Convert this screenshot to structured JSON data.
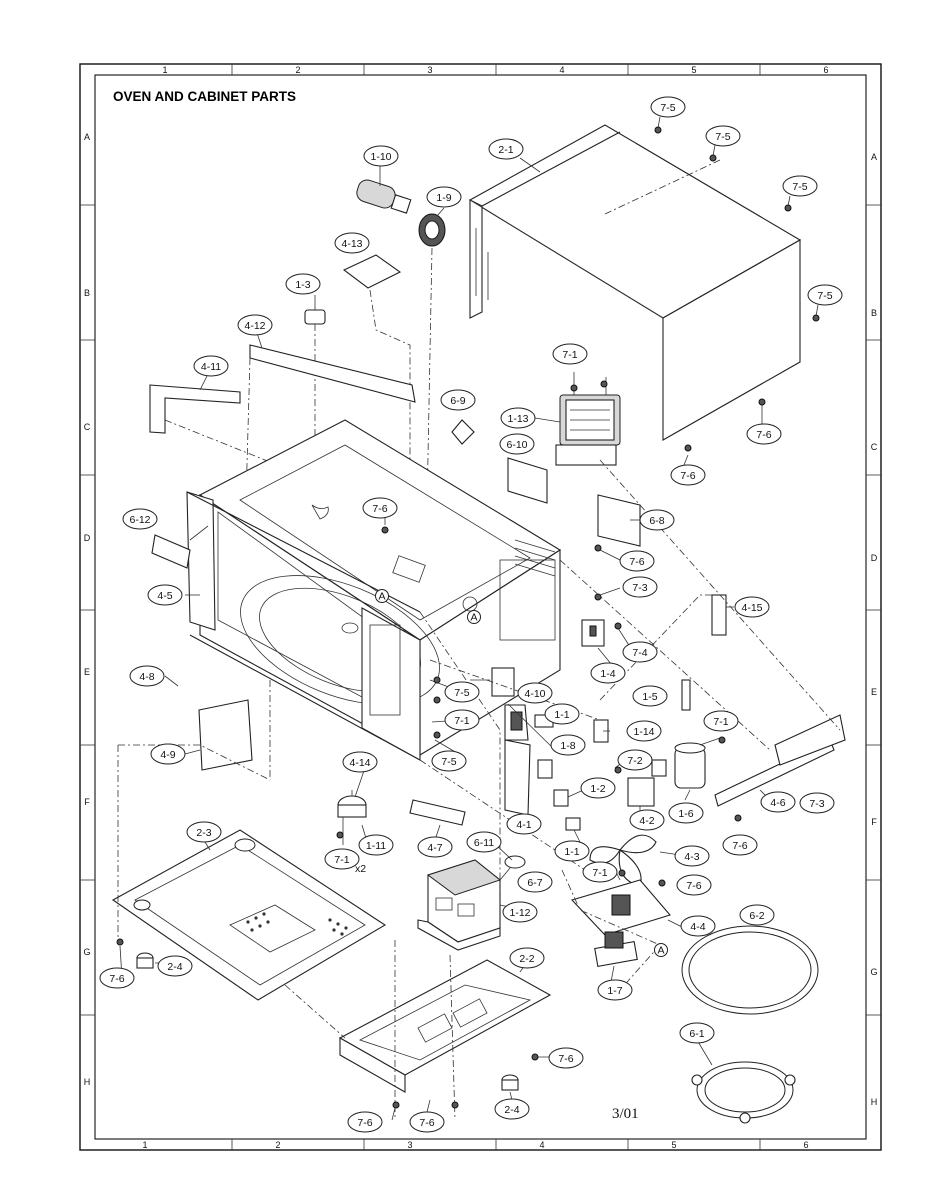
{
  "title": "OVEN AND CABINET PARTS",
  "date_note": "3/01",
  "multiplier_note": "x2",
  "grid_columns": [
    "1",
    "2",
    "3",
    "4",
    "5",
    "6"
  ],
  "grid_rows": [
    "A",
    "B",
    "C",
    "D",
    "E",
    "F",
    "G",
    "H"
  ],
  "callouts": [
    {
      "id": "c-1-10",
      "text": "1-10"
    },
    {
      "id": "c-1-9",
      "text": "1-9"
    },
    {
      "id": "c-2-1",
      "text": "2-1"
    },
    {
      "id": "c-7-5a",
      "text": "7-5"
    },
    {
      "id": "c-7-5b",
      "text": "7-5"
    },
    {
      "id": "c-7-5c",
      "text": "7-5"
    },
    {
      "id": "c-7-5d",
      "text": "7-5"
    },
    {
      "id": "c-4-13",
      "text": "4-13"
    },
    {
      "id": "c-1-3",
      "text": "1-3"
    },
    {
      "id": "c-4-12",
      "text": "4-12"
    },
    {
      "id": "c-4-11",
      "text": "4-11"
    },
    {
      "id": "c-7-1a",
      "text": "7-1"
    },
    {
      "id": "c-6-9",
      "text": "6-9"
    },
    {
      "id": "c-1-13",
      "text": "1-13"
    },
    {
      "id": "c-6-10",
      "text": "6-10"
    },
    {
      "id": "c-7-6a",
      "text": "7-6"
    },
    {
      "id": "c-7-6b",
      "text": "7-6"
    },
    {
      "id": "c-6-12",
      "text": "6-12"
    },
    {
      "id": "c-7-6c",
      "text": "7-6"
    },
    {
      "id": "c-6-8",
      "text": "6-8"
    },
    {
      "id": "c-7-6d",
      "text": "7-6"
    },
    {
      "id": "c-4-5",
      "text": "4-5"
    },
    {
      "id": "c-7-3a",
      "text": "7-3"
    },
    {
      "id": "c-4-15",
      "text": "4-15"
    },
    {
      "id": "c-7-4",
      "text": "7-4"
    },
    {
      "id": "c-1-4",
      "text": "1-4"
    },
    {
      "id": "c-4-8",
      "text": "4-8"
    },
    {
      "id": "c-7-5e",
      "text": "7-5"
    },
    {
      "id": "c-4-10",
      "text": "4-10"
    },
    {
      "id": "c-1-5",
      "text": "1-5"
    },
    {
      "id": "c-7-1b",
      "text": "7-1"
    },
    {
      "id": "c-7-1c",
      "text": "7-1"
    },
    {
      "id": "c-1-1a",
      "text": "1-1"
    },
    {
      "id": "c-1-14",
      "text": "1-14"
    },
    {
      "id": "c-4-9",
      "text": "4-9"
    },
    {
      "id": "c-7-5f",
      "text": "7-5"
    },
    {
      "id": "c-1-8",
      "text": "1-8"
    },
    {
      "id": "c-7-2",
      "text": "7-2"
    },
    {
      "id": "c-4-14",
      "text": "4-14"
    },
    {
      "id": "c-1-2",
      "text": "1-2"
    },
    {
      "id": "c-4-6",
      "text": "4-6"
    },
    {
      "id": "c-7-3b",
      "text": "7-3"
    },
    {
      "id": "c-4-2",
      "text": "4-2"
    },
    {
      "id": "c-1-6",
      "text": "1-6"
    },
    {
      "id": "c-4-1",
      "text": "4-1"
    },
    {
      "id": "c-2-3",
      "text": "2-3"
    },
    {
      "id": "c-4-7",
      "text": "4-7"
    },
    {
      "id": "c-1-11",
      "text": "1-11"
    },
    {
      "id": "c-6-11",
      "text": "6-11"
    },
    {
      "id": "c-7-6e",
      "text": "7-6"
    },
    {
      "id": "c-1-1b",
      "text": "1-1"
    },
    {
      "id": "c-4-3",
      "text": "4-3"
    },
    {
      "id": "c-7-1d",
      "text": "7-1"
    },
    {
      "id": "c-6-7",
      "text": "6-7"
    },
    {
      "id": "c-7-1e",
      "text": "7-1"
    },
    {
      "id": "c-7-6f",
      "text": "7-6"
    },
    {
      "id": "c-1-12",
      "text": "1-12"
    },
    {
      "id": "c-6-2",
      "text": "6-2"
    },
    {
      "id": "c-4-4",
      "text": "4-4"
    },
    {
      "id": "c-7-6g",
      "text": "7-6"
    },
    {
      "id": "c-2-4a",
      "text": "2-4"
    },
    {
      "id": "c-2-2",
      "text": "2-2"
    },
    {
      "id": "c-1-7",
      "text": "1-7"
    },
    {
      "id": "c-6-1",
      "text": "6-1"
    },
    {
      "id": "c-7-6h",
      "text": "7-6"
    },
    {
      "id": "c-2-4b",
      "text": "2-4"
    },
    {
      "id": "c-7-6i",
      "text": "7-6"
    },
    {
      "id": "c-7-6j",
      "text": "7-6"
    }
  ],
  "reference_marks": [
    "A",
    "A",
    "A"
  ]
}
